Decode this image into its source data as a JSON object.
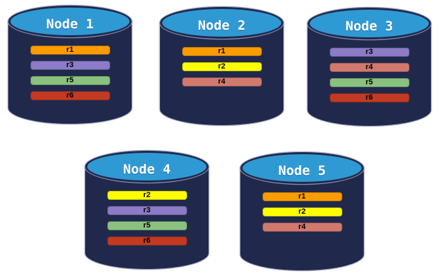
{
  "colors": {
    "cylinder_body": "#20294C",
    "cylinder_top": "#2F99D4",
    "node_label_text": "#FFFFFF",
    "replica_label_text": "#000000",
    "replicas": {
      "r1": "#F99C00",
      "r2": "#FEFE00",
      "r3": "#8C7BC6",
      "r4": "#D1796D",
      "r5": "#8BC17E",
      "r6": "#C23A22"
    }
  },
  "nodes": [
    {
      "label": "Node 1",
      "replicas": [
        "r1",
        "r3",
        "r5",
        "r6"
      ]
    },
    {
      "label": "Node 2",
      "replicas": [
        "r1",
        "r2",
        "r4"
      ]
    },
    {
      "label": "Node 3",
      "replicas": [
        "r3",
        "r4",
        "r5",
        "r6"
      ]
    },
    {
      "label": "Node 4",
      "replicas": [
        "r2",
        "r3",
        "r5",
        "r6"
      ]
    },
    {
      "label": "Node 5",
      "replicas": [
        "r1",
        "r2",
        "r4"
      ]
    }
  ]
}
